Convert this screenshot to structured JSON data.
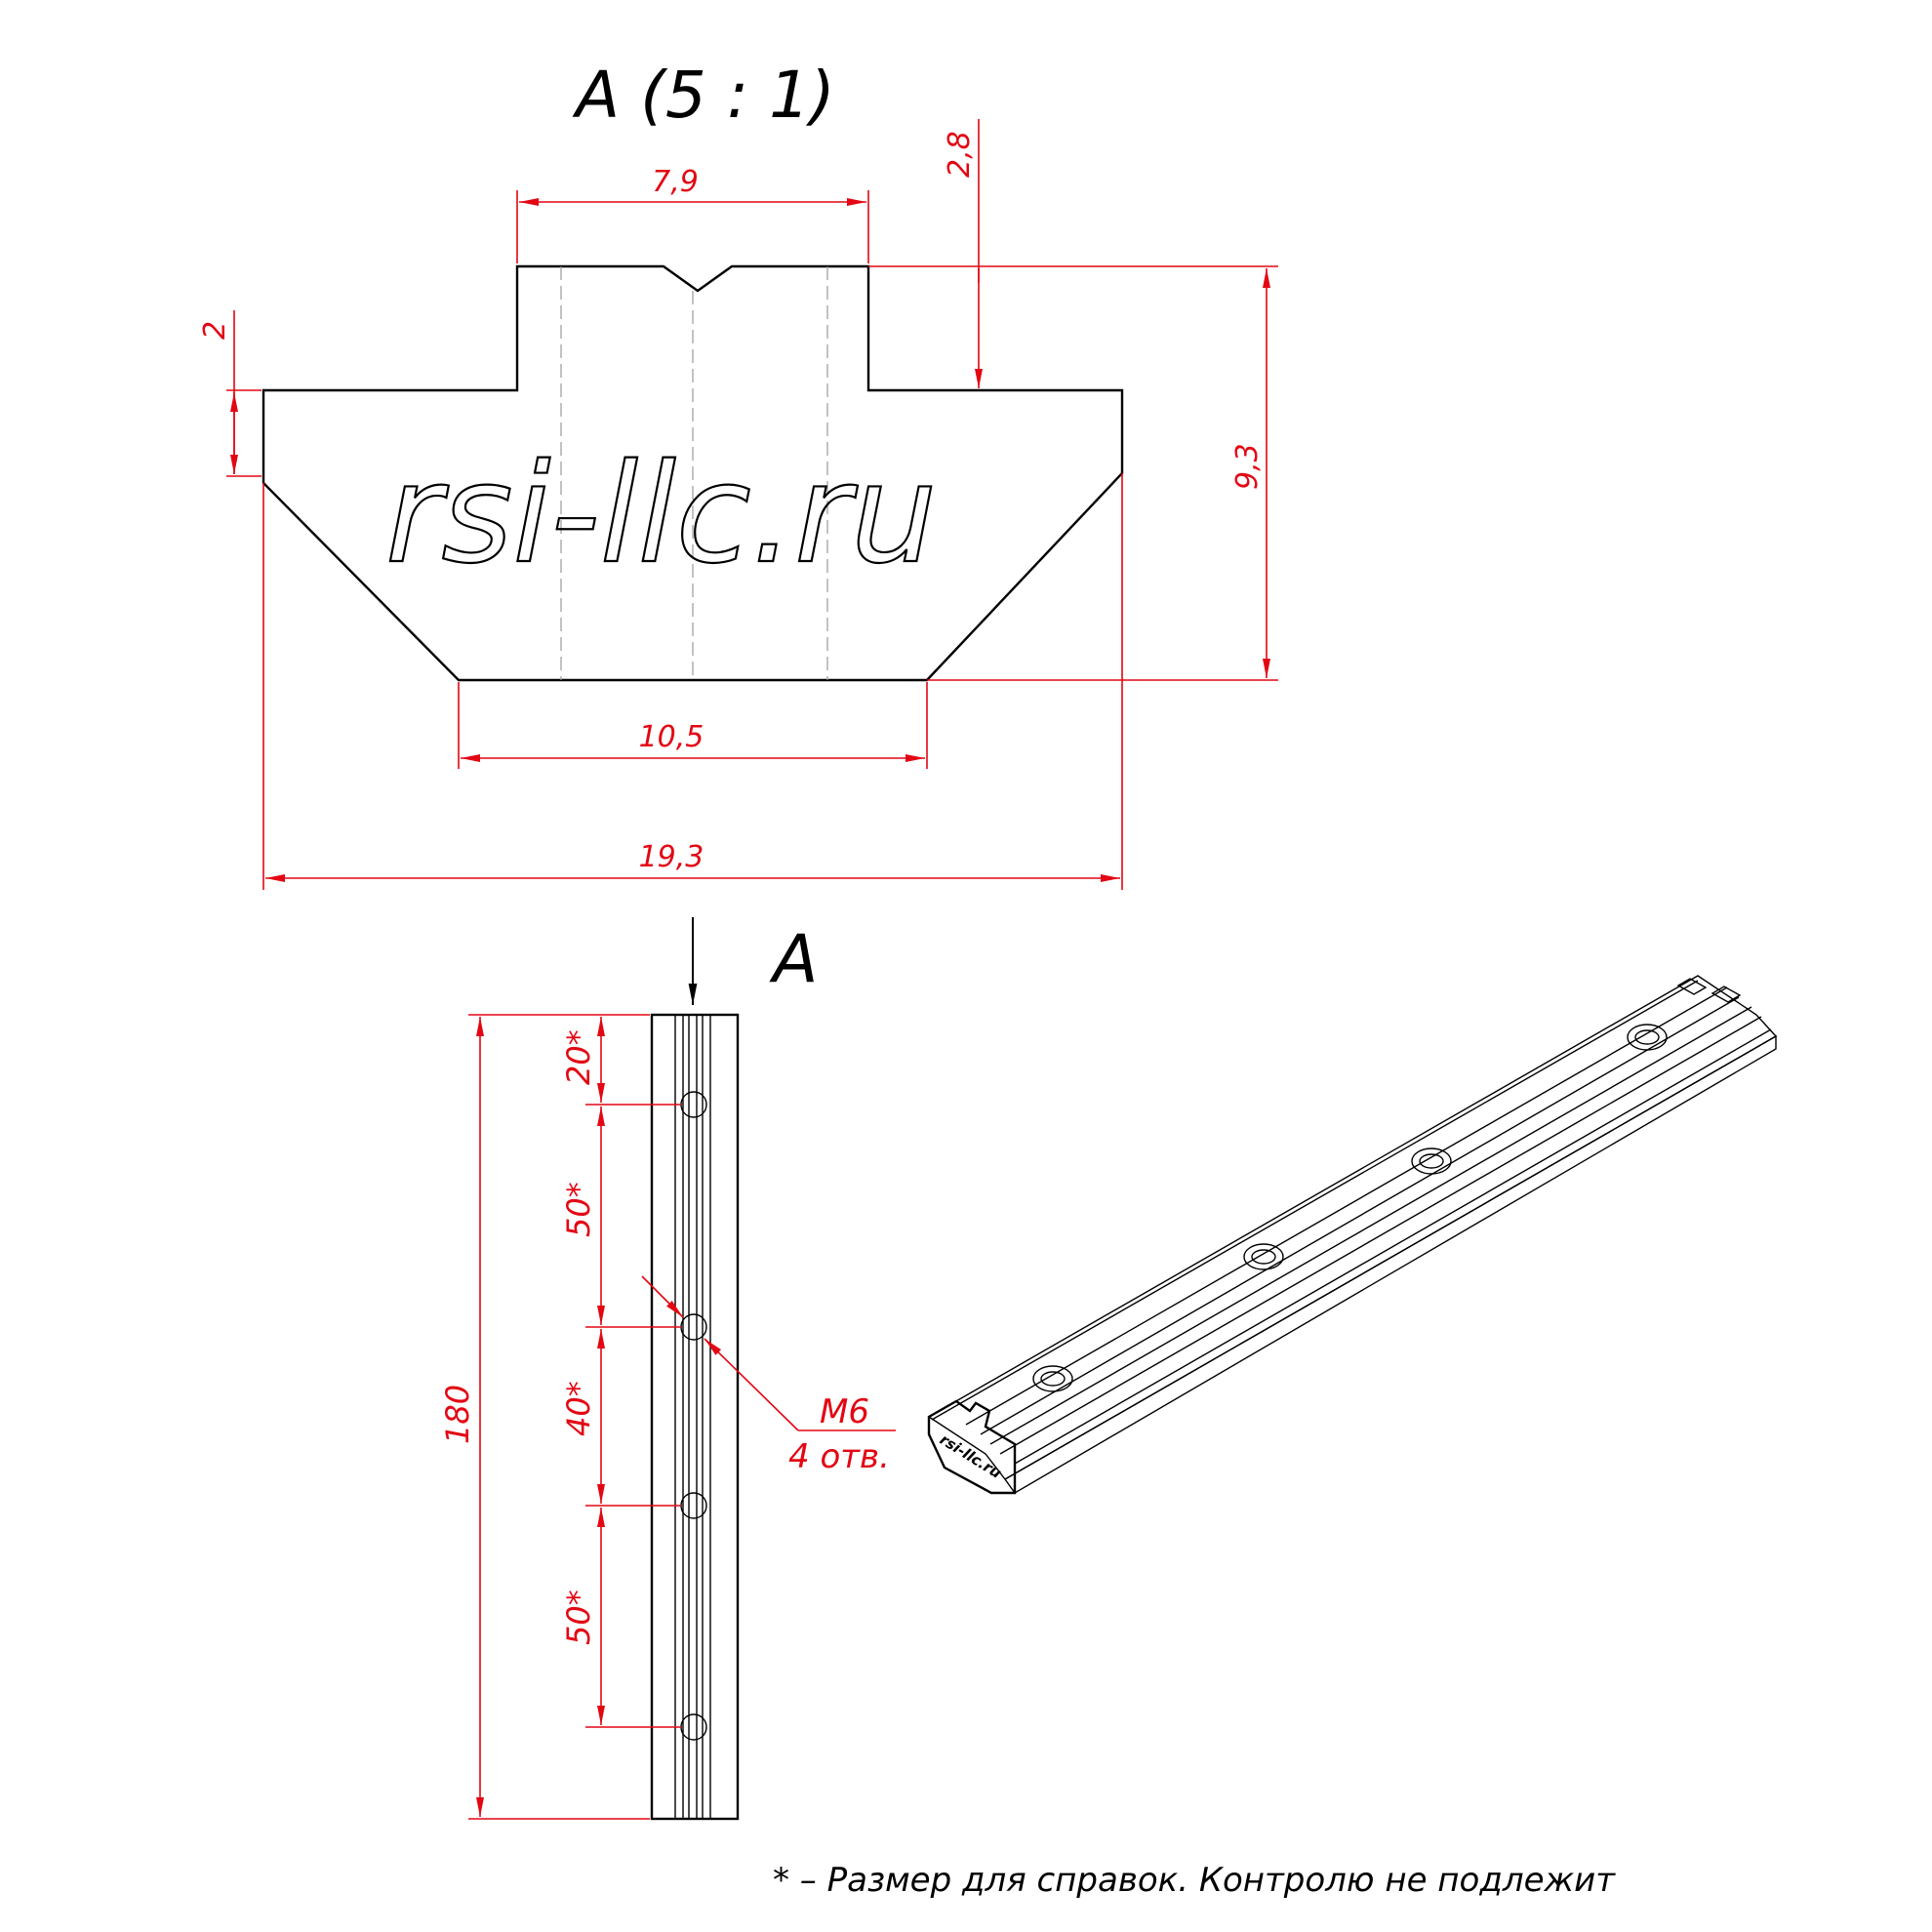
{
  "section_title": "A (5 : 1)",
  "view_marker": "A",
  "watermark": "rsi-llc.ru",
  "iso_watermark": "rsi-llc.ru",
  "dimensions": {
    "top_width": "7,9",
    "flange_height": "2",
    "top_step": "2,8",
    "total_height": "9,3",
    "bottom_width": "10,5",
    "overall_width": "19,3",
    "length": "180",
    "pitch_1": "20*",
    "pitch_2": "50*",
    "pitch_3": "40*",
    "pitch_4": "50*"
  },
  "thread_label": {
    "size": "M6",
    "count": "4 отв."
  },
  "footnote": "* – Размер для справок. Контролю не подлежит",
  "colors": {
    "dimension": "#e30613",
    "outline": "#000000"
  }
}
